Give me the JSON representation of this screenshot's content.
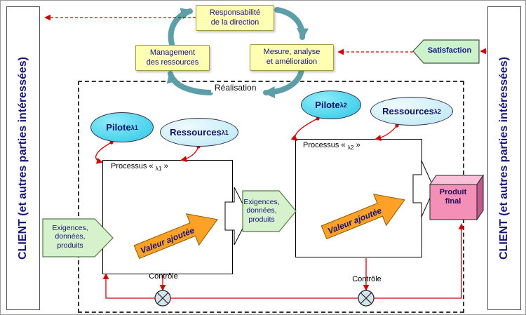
{
  "bars": {
    "left": "CLIENT (et autres parties intéressées)",
    "right": "CLIENT (et autres parties intéressées)"
  },
  "top_boxes": {
    "responsabilite": "Responsabilité\nde la direction",
    "management": "Management\ndes ressources",
    "mesure": "Mesure, analyse\net amélioration",
    "satisfaction": "Satisfaction"
  },
  "realisation": "Réalisation",
  "processes": [
    {
      "pilote": "Pilote",
      "pilote_sub": "λ1",
      "ressources": "Ressources",
      "ressources_sub": "λ1",
      "title_prefix": "Processus « ",
      "title_sub": "λ1",
      "title_suffix": " »",
      "valeur": "Valeur ajoutée",
      "controle": "Contrôle"
    },
    {
      "pilote": "Pilote",
      "pilote_sub": "λ2",
      "ressources": "Ressources",
      "ressources_sub": "λ2",
      "title_prefix": "Processus « ",
      "title_sub": "λ2",
      "title_suffix": " »",
      "valeur": "Valeur ajoutée",
      "controle": "Contrôle"
    }
  ],
  "flows": {
    "input": "Exigences,\ndonnées,\nproduits",
    "intermediate": "Exigences,\ndonnées,\nproduits",
    "output": "Produit\nfinal"
  },
  "colors": {
    "yellow_box": "#FFFFB3",
    "pilot_cyan": "#2CC6E6",
    "resource_cyan": "#B9E7F5",
    "flow_green": "#D6F2CC",
    "value_orange": "#FFA126",
    "product_pink": "#F48FB8",
    "line_red": "#D40000",
    "cycle_teal": "#5E9EA8",
    "text_navy": "#14147A"
  }
}
